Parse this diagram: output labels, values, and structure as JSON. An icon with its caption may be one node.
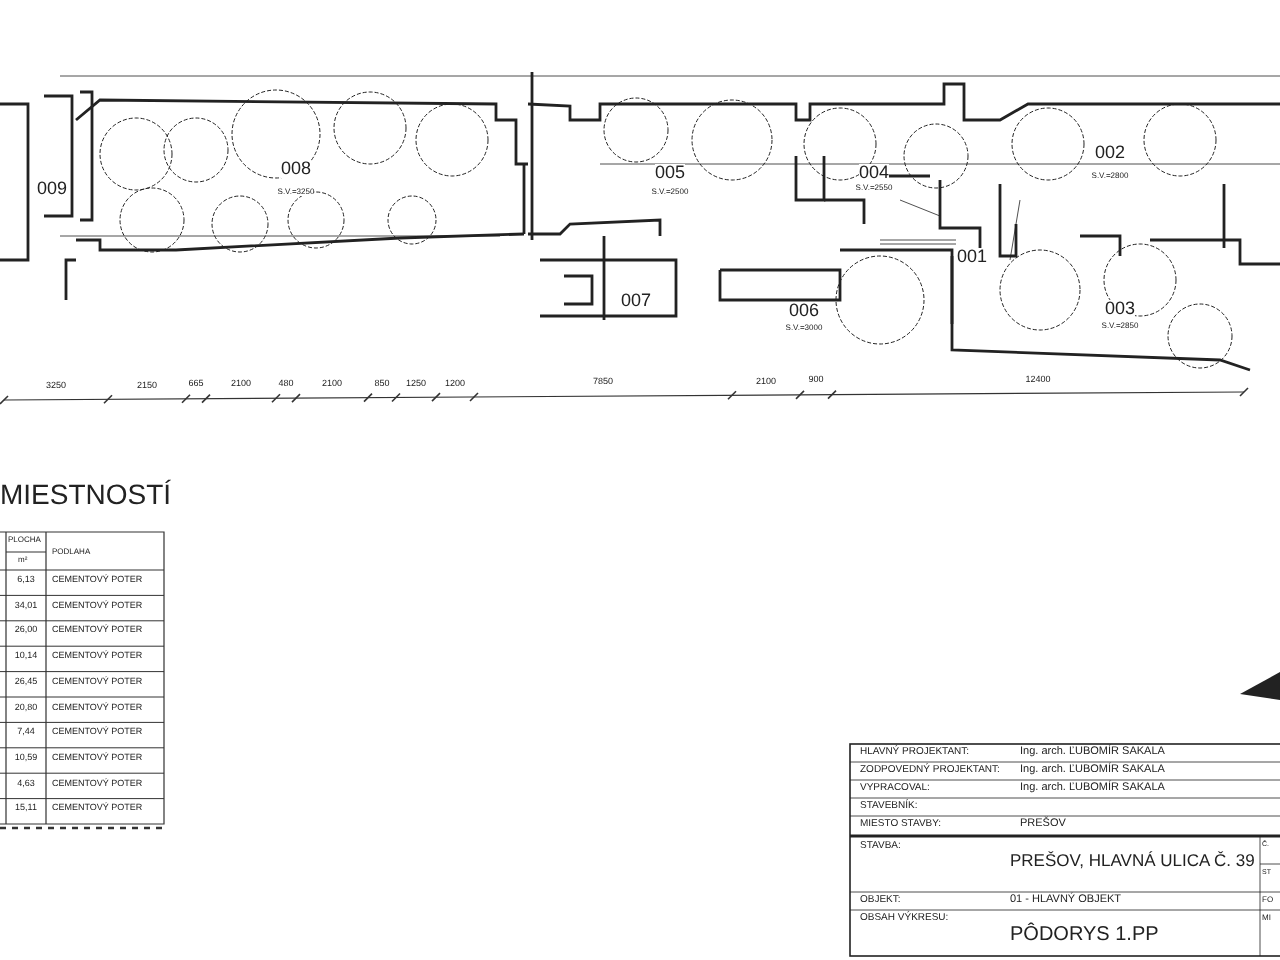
{
  "diagram": {
    "labels": [
      "009",
      "008",
      "005",
      "004",
      "002",
      "001",
      "007",
      "006",
      "003",
      "S.V.=3250",
      "S.V.=2500",
      "S.V.=2550",
      "S.V.=2800",
      "S.V.=3000",
      "S.V.=2850",
      "3250",
      "2150",
      "665",
      "2100",
      "480",
      "2100",
      "850",
      "1250",
      "1200",
      "7850",
      "2100",
      "900",
      "12400",
      "MIESTNOSTÍ",
      "PLOCHA",
      "m²",
      "PODLAHA",
      "6,13",
      "CEMENTOVÝ POTER",
      "34,01",
      "CEMENTOVÝ POTER",
      "26,00",
      "CEMENTOVÝ POTER",
      "10,14",
      "CEMENTOVÝ POTER",
      "26,45",
      "CEMENTOVÝ POTER",
      "20,80",
      "CEMENTOVÝ POTER",
      "7,44",
      "CEMENTOVÝ POTER",
      "10,59",
      "CEMENTOVÝ POTER",
      "4,63",
      "CEMENTOVÝ POTER",
      "15,11",
      "CEMENTOVÝ POTER",
      "HLAVNÝ PROJEKTANT:",
      "Ing. arch. ĽUBOMÍR SAKALA",
      "ZODPOVEDNÝ PROJEKTANT:",
      "Ing. arch. ĽUBOMÍR SAKALA",
      "VYPRACOVAL:",
      "Ing. arch. ĽUBOMÍR SAKALA",
      "STAVEBNÍK:",
      "MIESTO STAVBY:",
      "PREŠOV",
      "STAVBA:",
      "PREŠOV, HLAVNÁ ULICA Č. 39",
      "Č.",
      "ST",
      "OBJEKT:",
      "01 - HLAVNÝ OBJEKT",
      "FO",
      "OBSAH VÝKRESU:",
      "PÔDORYS 1.PP",
      "MI"
    ]
  }
}
